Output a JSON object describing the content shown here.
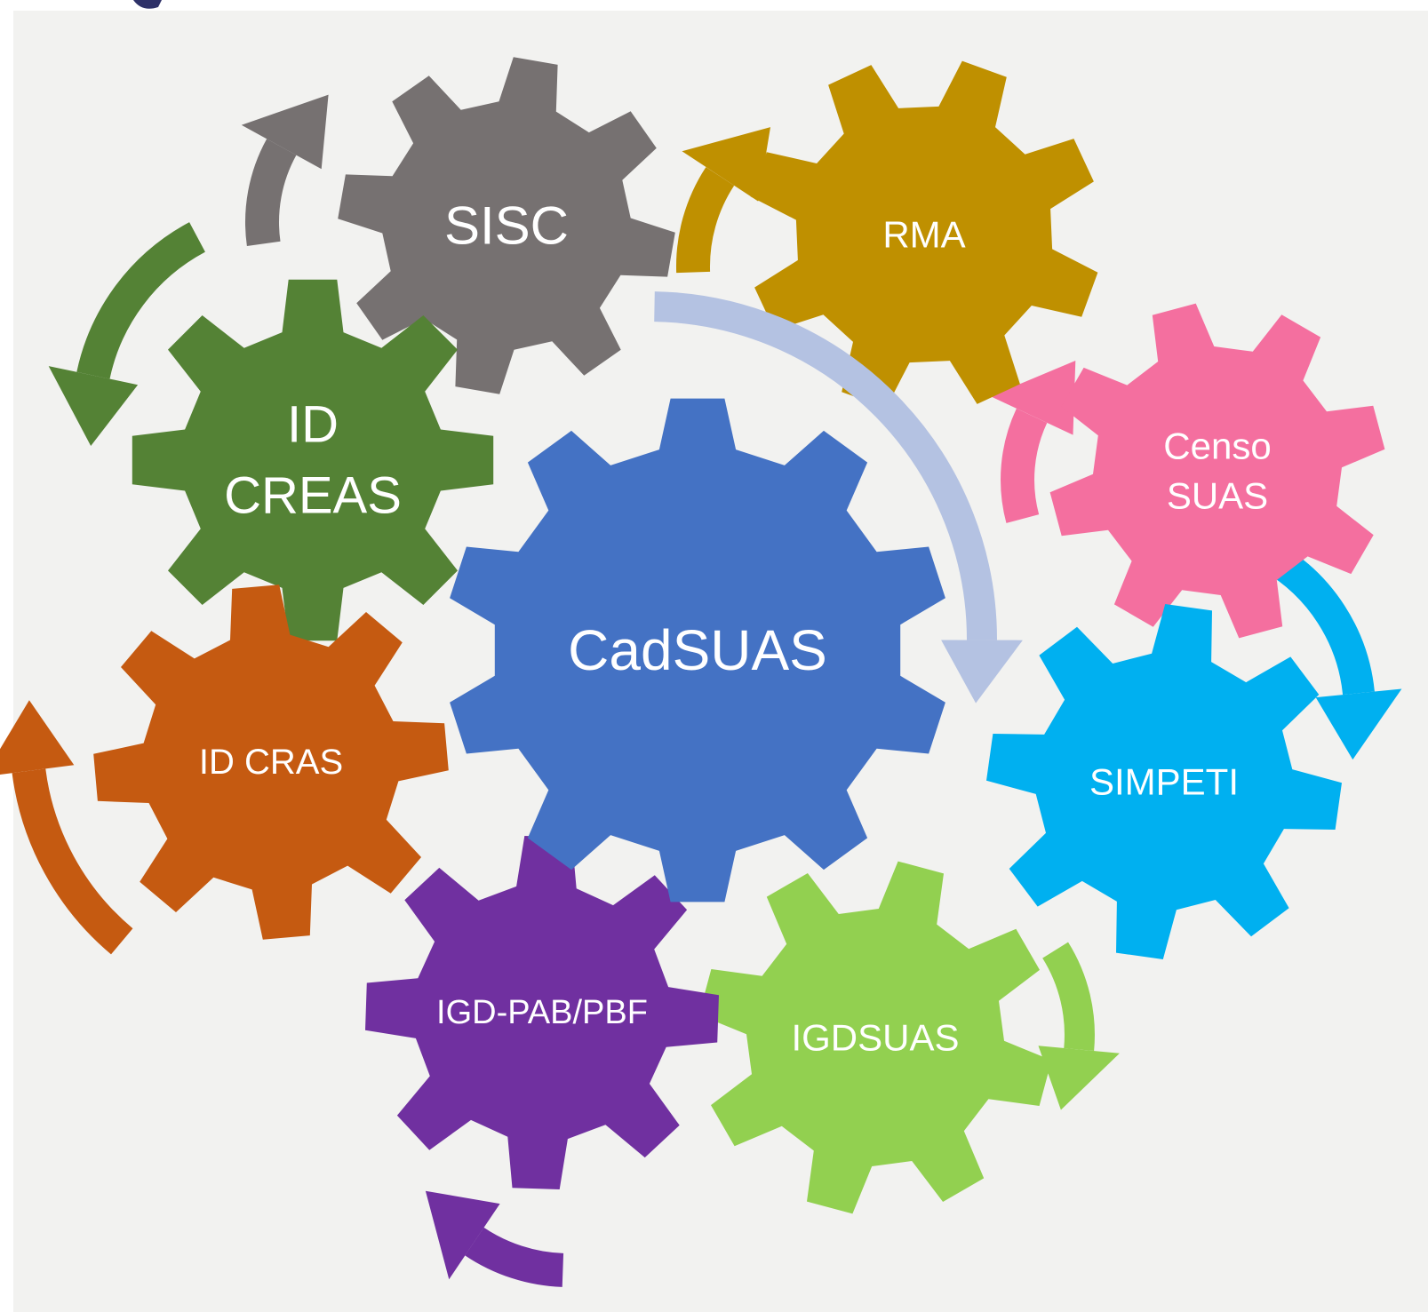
{
  "diagram": {
    "background": "#f2f2f0",
    "title_fragment_color": "#2e3168",
    "center": {
      "label": [
        "CadSUAS"
      ],
      "color": "#4472c4"
    },
    "gears": [
      {
        "id": "sisc",
        "label": [
          "SISC"
        ],
        "color": "#767171"
      },
      {
        "id": "rma",
        "label": [
          "RMA"
        ],
        "color": "#bf9000"
      },
      {
        "id": "censo-suas",
        "label": [
          "Censo",
          "SUAS"
        ],
        "color": "#f46f9f"
      },
      {
        "id": "simpeti",
        "label": [
          "SIMPETI"
        ],
        "color": "#00b0f0"
      },
      {
        "id": "igdsuas",
        "label": [
          "IGDSUAS"
        ],
        "color": "#92d050"
      },
      {
        "id": "igd-pab-pbf",
        "label": [
          "IGD-PAB/PBF"
        ],
        "color": "#7030a0"
      },
      {
        "id": "id-cras",
        "label": [
          "ID CRAS"
        ],
        "color": "#c55a11"
      },
      {
        "id": "id-creas",
        "label": [
          "ID",
          "CREAS"
        ],
        "color": "#548235"
      }
    ],
    "center_arrow_color": "#b4c2e2"
  }
}
